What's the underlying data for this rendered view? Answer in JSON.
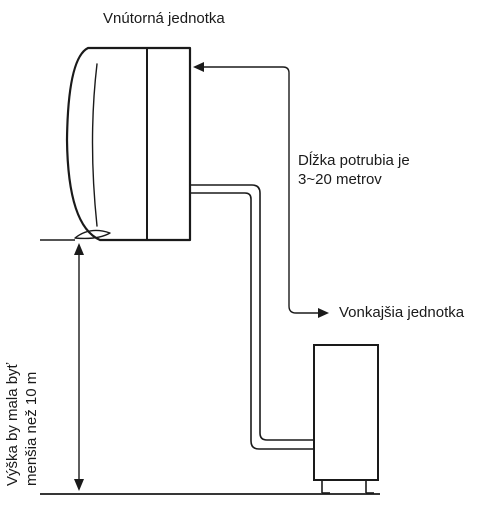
{
  "labels": {
    "indoor_unit": "Vnútorná jednotka",
    "pipe_length_line1": "Dĺžka potrubia je",
    "pipe_length_line2": "3~20 metrov",
    "outdoor_unit": "Vonkajšia jednotka",
    "height_line1": "Výška by mala byť",
    "height_line2": "menšia než 10 m"
  }
}
